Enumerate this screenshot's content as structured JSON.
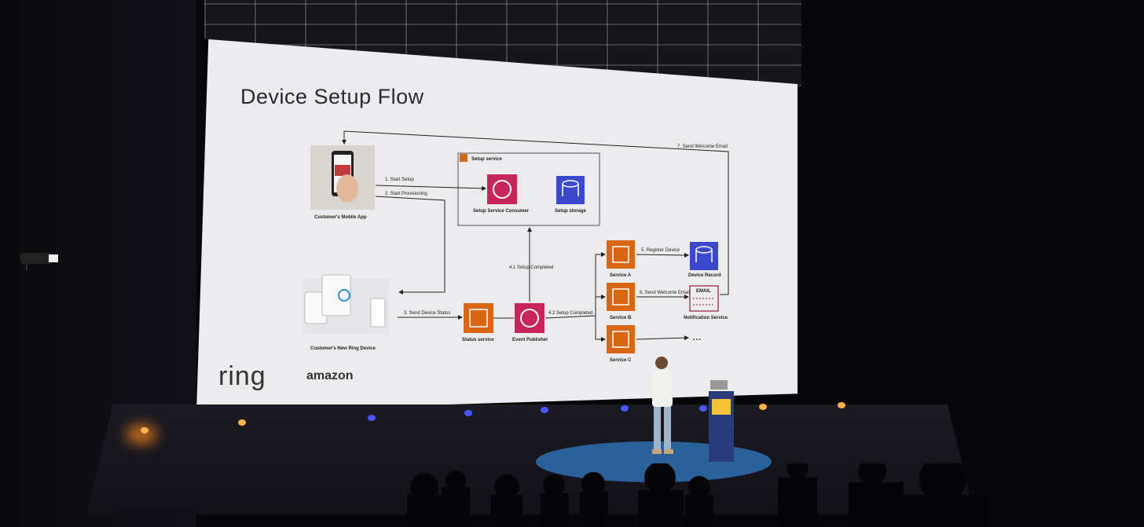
{
  "slide": {
    "title": "Device Setup Flow",
    "brands": {
      "left": "ring",
      "right": "amazon"
    }
  },
  "diagram": {
    "nodes": {
      "mobile_app": "Customer's Mobile App",
      "ring_device": "Customer's New Ring Device",
      "setup_service_group": "Setup service",
      "setup_consumer": "Setup Service Consumer",
      "setup_storage": "Setup storage",
      "status_service": "Status service",
      "event_publisher": "Event Publisher",
      "service_a": "Service A",
      "service_b": "Service B",
      "service_c": "Service C",
      "device_record": "Device Record",
      "notification_service": "Notification Service",
      "email_label": "EMAIL",
      "ellipsis": "• • •"
    },
    "edges": {
      "e1": "1. Start Setup",
      "e2": "2. Start Provisioning",
      "e3": "3. Send Device Status",
      "e41": "4.1 Setup Completed",
      "e42": "4.2 Setup Completed",
      "e5": "5. Register Device",
      "e6": "6. Send Welcome Email",
      "e7": "7. Send Welcome Email"
    },
    "colors": {
      "orange_service": "#d86613",
      "pink_service": "#c7265a",
      "blue_storage": "#3b48cc",
      "notification": "#8a1f3a"
    }
  },
  "scene": {
    "stage_spot_color": "#2f6fb0",
    "light_colors": [
      "#ff9a2e",
      "#3a46ff"
    ]
  }
}
